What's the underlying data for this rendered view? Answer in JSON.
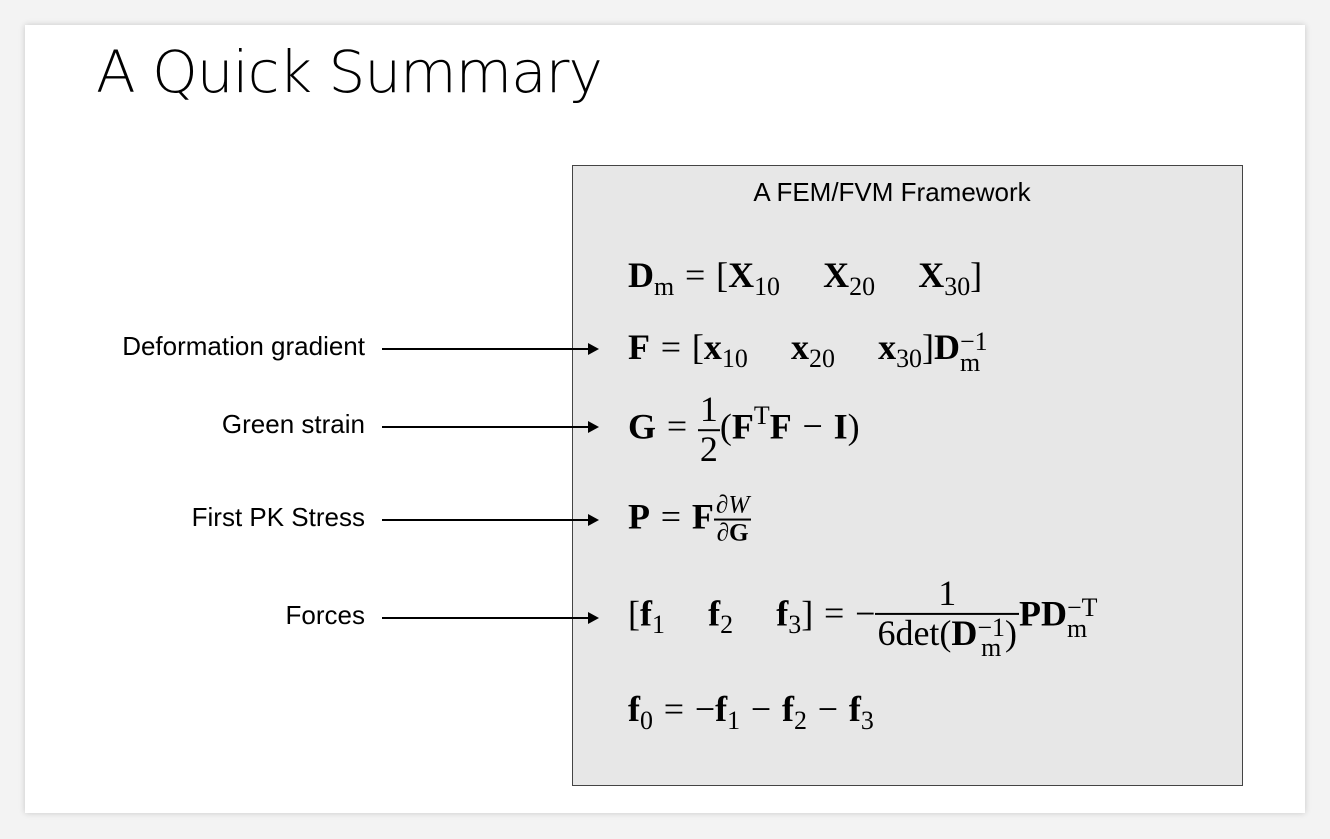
{
  "slide": {
    "title": "A Quick Summary",
    "box_title": "A FEM/FVM Framework",
    "labels": [
      "Deformation gradient",
      "Green strain",
      "First PK Stress",
      "Forces"
    ]
  },
  "equations": [
    [
      {
        "t": "b",
        "v": "D"
      },
      {
        "t": "sub",
        "v": "m"
      },
      {
        "t": "op",
        "v": "="
      },
      {
        "t": "r",
        "v": "["
      },
      {
        "t": "b",
        "v": "X"
      },
      {
        "t": "sub",
        "v": "10"
      },
      {
        "t": "gap"
      },
      {
        "t": "b",
        "v": "X"
      },
      {
        "t": "sub",
        "v": "20"
      },
      {
        "t": "gap"
      },
      {
        "t": "b",
        "v": "X"
      },
      {
        "t": "sub",
        "v": "30"
      },
      {
        "t": "r",
        "v": "]"
      }
    ],
    [
      {
        "t": "b",
        "v": "F"
      },
      {
        "t": "op",
        "v": "="
      },
      {
        "t": "r",
        "v": "["
      },
      {
        "t": "b",
        "v": "x"
      },
      {
        "t": "sub",
        "v": "10"
      },
      {
        "t": "gap"
      },
      {
        "t": "b",
        "v": "x"
      },
      {
        "t": "sub",
        "v": "20"
      },
      {
        "t": "gap"
      },
      {
        "t": "b",
        "v": "x"
      },
      {
        "t": "sub",
        "v": "30"
      },
      {
        "t": "r",
        "v": "]"
      },
      {
        "t": "b",
        "v": "D"
      },
      {
        "t": "ss",
        "sup": "−1",
        "sub": "m"
      }
    ],
    [
      {
        "t": "b",
        "v": "G"
      },
      {
        "t": "op",
        "v": "="
      },
      {
        "t": "frac",
        "num": [
          {
            "t": "r",
            "v": "1"
          }
        ],
        "den": [
          {
            "t": "r",
            "v": "2"
          }
        ]
      },
      {
        "t": "r",
        "v": "("
      },
      {
        "t": "b",
        "v": "F"
      },
      {
        "t": "sup",
        "v": "T"
      },
      {
        "t": "b",
        "v": "F"
      },
      {
        "t": "op",
        "v": "−"
      },
      {
        "t": "b",
        "v": "I"
      },
      {
        "t": "r",
        "v": ")"
      }
    ],
    [
      {
        "t": "b",
        "v": "P"
      },
      {
        "t": "op",
        "v": "="
      },
      {
        "t": "b",
        "v": "F"
      },
      {
        "t": "fracs",
        "num": [
          {
            "t": "i",
            "v": "∂W"
          }
        ],
        "den": [
          {
            "t": "i",
            "v": "∂"
          },
          {
            "t": "b",
            "v": "G"
          }
        ]
      }
    ],
    [
      {
        "t": "r",
        "v": "["
      },
      {
        "t": "b",
        "v": "f"
      },
      {
        "t": "sub",
        "v": "1"
      },
      {
        "t": "gap"
      },
      {
        "t": "b",
        "v": "f"
      },
      {
        "t": "sub",
        "v": "2"
      },
      {
        "t": "gap"
      },
      {
        "t": "b",
        "v": "f"
      },
      {
        "t": "sub",
        "v": "3"
      },
      {
        "t": "r",
        "v": "]"
      },
      {
        "t": "op",
        "v": "="
      },
      {
        "t": "r",
        "v": "−"
      },
      {
        "t": "frac",
        "num": [
          {
            "t": "r",
            "v": "1"
          }
        ],
        "den": [
          {
            "t": "r",
            "v": "6det("
          },
          {
            "t": "b",
            "v": "D"
          },
          {
            "t": "ss",
            "sup": "−1",
            "sub": "m"
          },
          {
            "t": "r",
            "v": ")"
          }
        ]
      },
      {
        "t": "b",
        "v": "P"
      },
      {
        "t": "b",
        "v": "D"
      },
      {
        "t": "ss",
        "sup": "−T",
        "sub": "m"
      }
    ],
    [
      {
        "t": "b",
        "v": "f"
      },
      {
        "t": "sub",
        "v": "0"
      },
      {
        "t": "op",
        "v": "="
      },
      {
        "t": "r",
        "v": "−"
      },
      {
        "t": "b",
        "v": "f"
      },
      {
        "t": "sub",
        "v": "1"
      },
      {
        "t": "op",
        "v": "−"
      },
      {
        "t": "b",
        "v": "f"
      },
      {
        "t": "sub",
        "v": "2"
      },
      {
        "t": "op",
        "v": "−"
      },
      {
        "t": "b",
        "v": "f"
      },
      {
        "t": "sub",
        "v": "3"
      }
    ]
  ]
}
